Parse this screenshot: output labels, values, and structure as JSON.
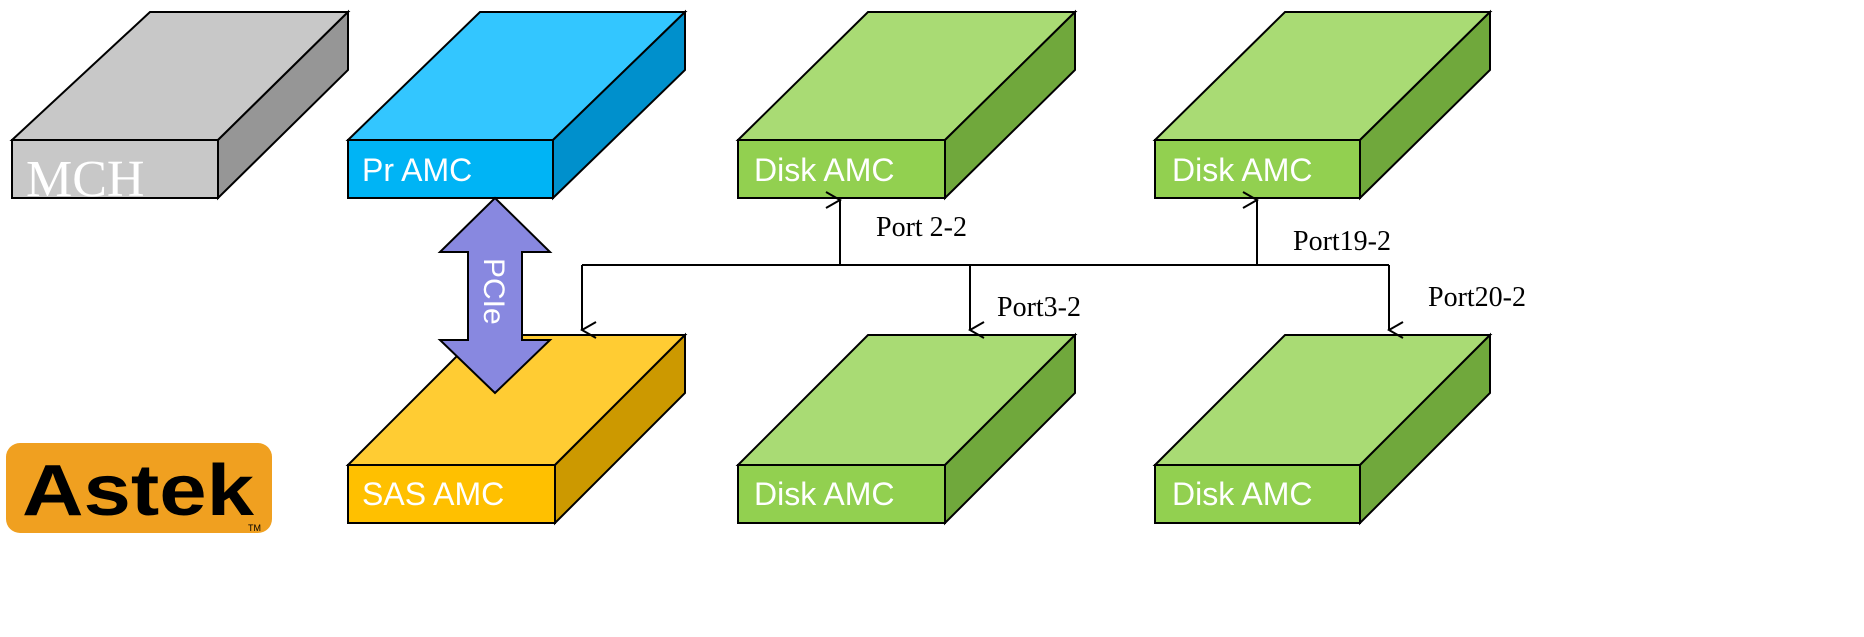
{
  "boxes": {
    "mch": {
      "label": "MCH",
      "colors": {
        "top": "#c8c8c8",
        "front": "#c8c8c8",
        "side": "#969696"
      }
    },
    "pr_amc": {
      "label": "Pr AMC",
      "colors": {
        "top": "#33c6ff",
        "front": "#00b4f5",
        "side": "#0090cc"
      }
    },
    "disk_amc_1": {
      "label": "Disk AMC",
      "colors": {
        "top": "#a9db74",
        "front": "#92d050",
        "side": "#70a83c"
      }
    },
    "disk_amc_2": {
      "label": "Disk AMC",
      "colors": {
        "top": "#a9db74",
        "front": "#92d050",
        "side": "#70a83c"
      }
    },
    "sas_amc": {
      "label": "SAS AMC",
      "colors": {
        "top": "#ffcc33",
        "front": "#ffc000",
        "side": "#cc9900"
      }
    },
    "disk_amc_3": {
      "label": "Disk AMC",
      "colors": {
        "top": "#a9db74",
        "front": "#92d050",
        "side": "#70a83c"
      }
    },
    "disk_amc_4": {
      "label": "Disk AMC",
      "colors": {
        "top": "#a9db74",
        "front": "#92d050",
        "side": "#70a83c"
      }
    }
  },
  "pcie_arrow": {
    "label": "PCIe",
    "color": "#8888e0"
  },
  "ports": {
    "port_2_2": "Port 2-2",
    "port_3_2": "Port3-2",
    "port_19_2": "Port19-2",
    "port_20_2": "Port20-2"
  },
  "logo": {
    "text": "Astek",
    "trademark": "TM",
    "bg_color": "#f0a020",
    "fg_color": "#000000"
  }
}
